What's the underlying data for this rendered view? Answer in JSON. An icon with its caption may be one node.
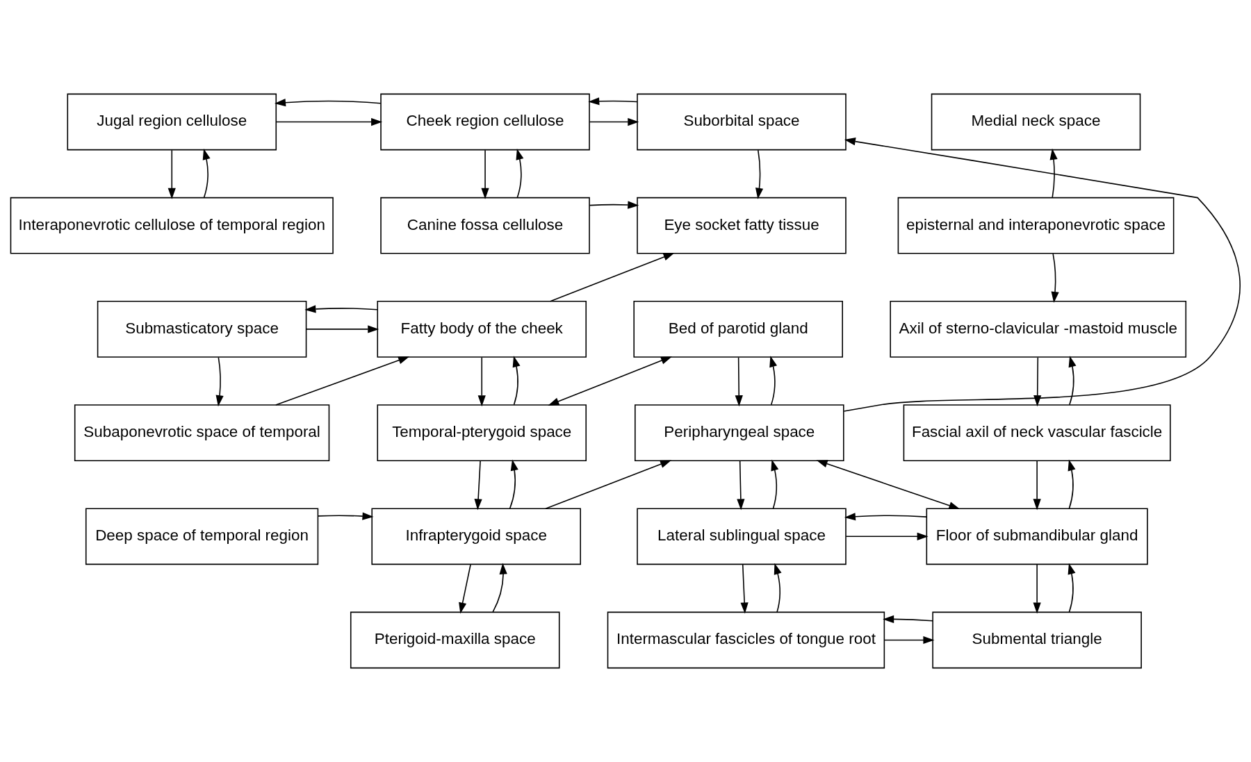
{
  "diagram": {
    "nodes": [
      {
        "text": [
          "Jugal region cellulose"
        ]
      },
      {
        "text": [
          "Cheek region cellulose"
        ]
      },
      {
        "text": [
          "Suborbital space"
        ]
      },
      {
        "text": [
          "Medial neck space"
        ]
      },
      {
        "text": [
          "Interaponevrotic cellulose of temporal region"
        ]
      },
      {
        "text": [
          "Canine fossa cellulose"
        ]
      },
      {
        "text": [
          "Eye socket fatty tissue"
        ]
      },
      {
        "text": [
          "episternal and interaponevrotic space"
        ]
      },
      {
        "text": [
          "Submasticatory space"
        ]
      },
      {
        "text": [
          "Fatty body of the cheek"
        ]
      },
      {
        "text": [
          "Bed of parotid gland"
        ]
      },
      {
        "text": [
          "Axil of sterno-clavicular -mastoid muscle"
        ]
      },
      {
        "text": [
          "Subaponevrotic space of temporal"
        ]
      },
      {
        "text": [
          "Temporal-pterygoid space"
        ]
      },
      {
        "text": [
          "Peripharyngeal space"
        ]
      },
      {
        "text": [
          "Fascial axil of neck vascular fascicle"
        ]
      },
      {
        "text": [
          "Deep space of temporal region"
        ]
      },
      {
        "text": [
          "Infrapterygoid space"
        ]
      },
      {
        "text": [
          "Lateral sublingual space"
        ]
      },
      {
        "text": [
          "Floor of submandibular gland"
        ]
      },
      {
        "text": [
          "Pterigoid-maxilla space"
        ]
      },
      {
        "text": [
          "Intermascular fascicles of tongue root"
        ]
      },
      {
        "text": [
          "Submental triangle"
        ]
      }
    ],
    "edges": [
      {
        "from": 0,
        "to": 1,
        "arrow": "to"
      },
      {
        "from": 1,
        "to": 0,
        "arrow": "to"
      },
      {
        "from": 0,
        "to": 4,
        "arrow": "to"
      },
      {
        "from": 4,
        "to": 0,
        "arrow": "to"
      },
      {
        "from": 1,
        "to": 2,
        "arrow": "to"
      },
      {
        "from": 2,
        "to": 1,
        "arrow": "to"
      },
      {
        "from": 1,
        "to": 5,
        "arrow": "to"
      },
      {
        "from": 5,
        "to": 1,
        "arrow": "to"
      },
      {
        "from": 2,
        "to": 6,
        "arrow": "to"
      },
      {
        "from": 5,
        "to": 6,
        "arrow": "to"
      },
      {
        "from": 9,
        "to": 6,
        "arrow": "to"
      },
      {
        "from": 14,
        "to": 2,
        "arrow": "to"
      },
      {
        "from": 7,
        "to": 3,
        "arrow": "to"
      },
      {
        "from": 7,
        "to": 11,
        "arrow": "to"
      },
      {
        "from": 8,
        "to": 9,
        "arrow": "to"
      },
      {
        "from": 9,
        "to": 8,
        "arrow": "to"
      },
      {
        "from": 12,
        "to": 9,
        "arrow": "to"
      },
      {
        "from": 8,
        "to": 12,
        "arrow": "to"
      },
      {
        "from": 9,
        "to": 13,
        "arrow": "to"
      },
      {
        "from": 13,
        "to": 9,
        "arrow": "to"
      },
      {
        "from": 13,
        "to": 10,
        "arrow": "both"
      },
      {
        "from": 10,
        "to": 14,
        "arrow": "to"
      },
      {
        "from": 14,
        "to": 10,
        "arrow": "to"
      },
      {
        "from": 11,
        "to": 15,
        "arrow": "to"
      },
      {
        "from": 15,
        "to": 11,
        "arrow": "to"
      },
      {
        "from": 13,
        "to": 17,
        "arrow": "to"
      },
      {
        "from": 17,
        "to": 13,
        "arrow": "to"
      },
      {
        "from": 17,
        "to": 14,
        "arrow": "to"
      },
      {
        "from": 14,
        "to": 18,
        "arrow": "to"
      },
      {
        "from": 18,
        "to": 14,
        "arrow": "to"
      },
      {
        "from": 14,
        "to": 19,
        "arrow": "both"
      },
      {
        "from": 15,
        "to": 19,
        "arrow": "to"
      },
      {
        "from": 19,
        "to": 15,
        "arrow": "to"
      },
      {
        "from": 16,
        "to": 17,
        "arrow": "to"
      },
      {
        "from": 18,
        "to": 19,
        "arrow": "to"
      },
      {
        "from": 19,
        "to": 18,
        "arrow": "to"
      },
      {
        "from": 17,
        "to": 20,
        "arrow": "to"
      },
      {
        "from": 20,
        "to": 17,
        "arrow": "to"
      },
      {
        "from": 18,
        "to": 21,
        "arrow": "to"
      },
      {
        "from": 21,
        "to": 18,
        "arrow": "to"
      },
      {
        "from": 19,
        "to": 22,
        "arrow": "to"
      },
      {
        "from": 22,
        "to": 19,
        "arrow": "to"
      },
      {
        "from": 21,
        "to": 22,
        "arrow": "to"
      },
      {
        "from": 22,
        "to": 21,
        "arrow": "to"
      }
    ]
  }
}
